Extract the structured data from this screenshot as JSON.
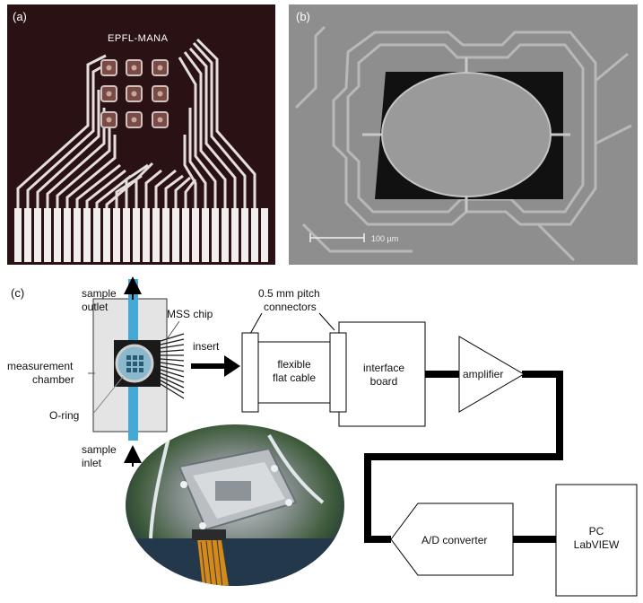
{
  "panels": {
    "a": {
      "label": "(a)",
      "chip_text": "EPFL-MANA"
    },
    "b": {
      "label": "(b)",
      "scale_text": "100 µm"
    },
    "c": {
      "label": "(c)",
      "sample_outlet": [
        "sample",
        "outlet"
      ],
      "sample_inlet": [
        "sample",
        "inlet"
      ],
      "mss_chip": "MSS chip",
      "measurement_chamber": [
        "measurement",
        "chamber"
      ],
      "o_ring": "O-ring",
      "insert": "insert",
      "pitch_connectors": [
        "0.5 mm pitch",
        "connectors"
      ],
      "flexible_flat_cable": [
        "flexible",
        "flat cable"
      ],
      "interface_board": [
        "interface",
        "board"
      ],
      "amplifier": "amplifier",
      "ad_converter": "A/D converter",
      "pc": [
        "PC",
        "LabVIEW"
      ]
    }
  },
  "colors": {
    "chip_bg": "#2a1214",
    "pad": "#7a4a44",
    "sem_bg": "#8e8e8e",
    "channel": "#45a9d6",
    "wire": "#000000"
  }
}
